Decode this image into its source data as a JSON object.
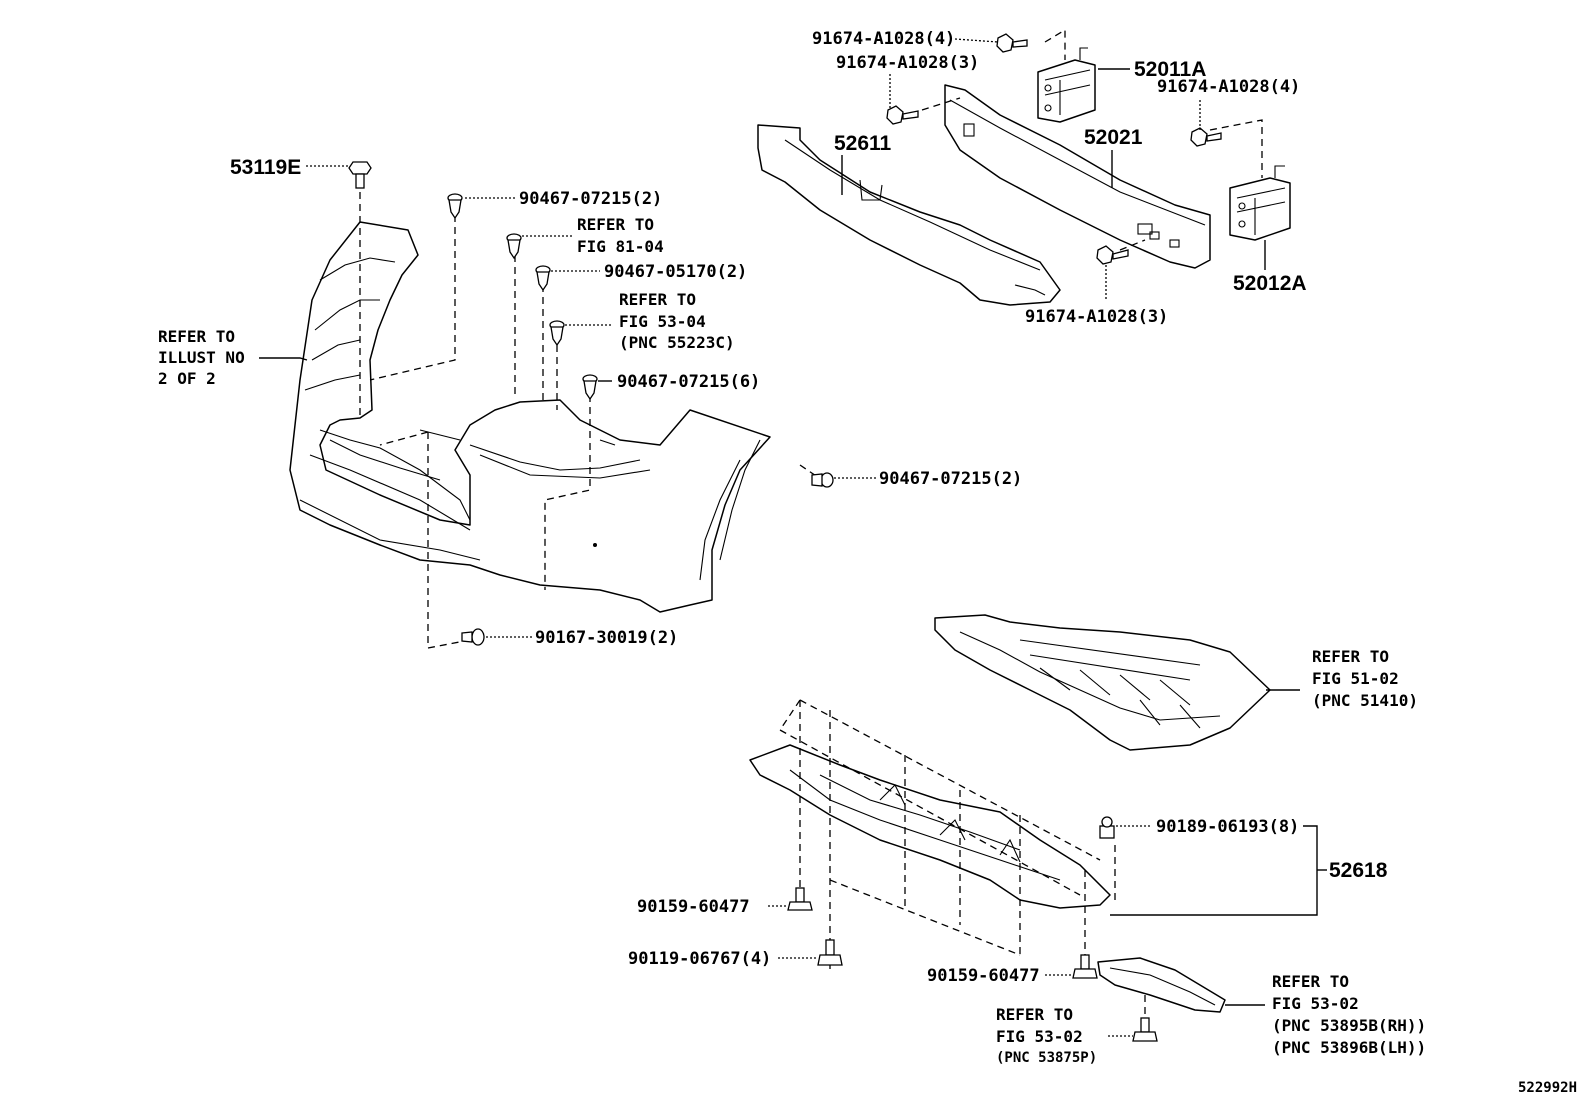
{
  "figure_id": "522992H",
  "parts": {
    "p53119E": "53119E",
    "p52611": "52611",
    "p52021": "52021",
    "p52011A": "52011A",
    "p52012A": "52012A",
    "p52618": "52618"
  },
  "fasteners": {
    "f_91674_4_top": "91674-A1028(4)",
    "f_91674_3_top": "91674-A1028(3)",
    "f_91674_4_right": "91674-A1028(4)",
    "f_91674_3_bottom": "91674-A1028(3)",
    "f_90467_07215_2a": "90467-07215(2)",
    "f_90467_05170_2": "90467-05170(2)",
    "f_90467_07215_6": "90467-07215(6)",
    "f_90467_07215_2b": "90467-07215(2)",
    "f_90167_30019_2": "90167-30019(2)",
    "f_90189_06193_8": "90189-06193(8)",
    "f_90159_60477_a": "90159-60477",
    "f_90119_06767_4": "90119-06767(4)",
    "f_90159_60477_b": "90159-60477"
  },
  "references": {
    "ref_illust": [
      "REFER TO",
      "ILLUST NO",
      "2 OF 2"
    ],
    "ref_fig8104": [
      "REFER TO",
      "FIG 81-04"
    ],
    "ref_fig5304": [
      "REFER TO",
      "FIG 53-04",
      "(PNC 55223C)"
    ],
    "ref_fig5102": [
      "REFER TO",
      "FIG 51-02",
      "(PNC 51410)"
    ],
    "ref_fig5302_a": [
      "REFER TO",
      "FIG 53-02",
      "(PNC 53875P)"
    ],
    "ref_fig5302_b": [
      "REFER TO",
      "FIG 53-02",
      "(PNC 53895B(RH))",
      "(PNC 53896B(LH))"
    ]
  }
}
